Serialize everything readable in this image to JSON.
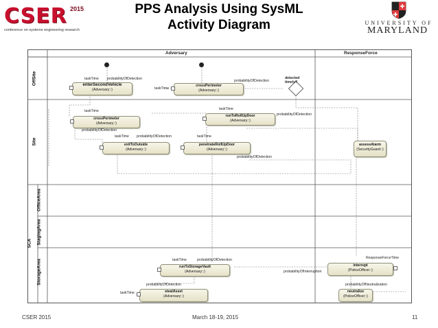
{
  "header": {
    "logo_text": "CSER",
    "logo_year": "2015",
    "logo_subtitle": "conference on systems engineering research",
    "title_line1": "PPS Analysis Using SysML",
    "title_line2": "Activity Diagram",
    "university_line1": "UNIVERSITY OF",
    "university_line2": "MARYLAND"
  },
  "diagram": {
    "partitions": {
      "adversary": "Adversary",
      "response_force": "ResponseForce",
      "offsite": "OffSite",
      "site": "Site",
      "sca": "SCA",
      "office_area": "OfficeArea",
      "staging_area": "StagingArea",
      "storage_area": "StorageArea"
    },
    "actions": {
      "enter_second_vehicle": {
        "name": "enterSecondVehicle",
        "owner": "(Adversary::)"
      },
      "cross_perimeter_offsite": {
        "name": "crossPerimeter",
        "owner": "(Adversary::)"
      },
      "cross_perimeter_site": {
        "name": "crossPerimeter",
        "owner": "(Adversary::)"
      },
      "run_to_roll_up_door": {
        "name": "runToRollUpDoor",
        "owner": "(Adversary::)"
      },
      "exit_to_outside": {
        "name": "exitToOutside",
        "owner": "(Adversary::)"
      },
      "penetrate_roll_up_door": {
        "name": "penetrateRollUpDoor",
        "owner": "(Adversary::)"
      },
      "assess_alarm": {
        "name": "assessAlarm",
        "owner": "(SecurityGuard::)"
      },
      "run_to_storage_vault": {
        "name": "runToStorageVault",
        "owner": "(Adversary::)"
      },
      "steal_asset": {
        "name": "stealAsset",
        "owner": "(Adversary::)"
      },
      "interrupt": {
        "name": "interrupt",
        "owner": "(PoliceOfficer::)"
      },
      "neutralize": {
        "name": "neutralize",
        "owner": "(PoliceOfficer::)"
      }
    },
    "decision": "detected timely?",
    "labels": {
      "task_time": "taskTime",
      "prob_detection": "probabilityOfDetection",
      "response_force_time": "ResponseForceTime",
      "prob_interruption": "probabilityOfInterruption",
      "prob_neutralization": "probabilityOfNeutralization"
    }
  },
  "footer": {
    "left": "CSER 2015",
    "center": "March 18-19, 2015",
    "page_number": "11"
  },
  "colors": {
    "logo_red": "#c8102e",
    "action_fill": "#ece9d4",
    "maryland_red": "#e03a3e",
    "maryland_gold": "#ffd200"
  }
}
